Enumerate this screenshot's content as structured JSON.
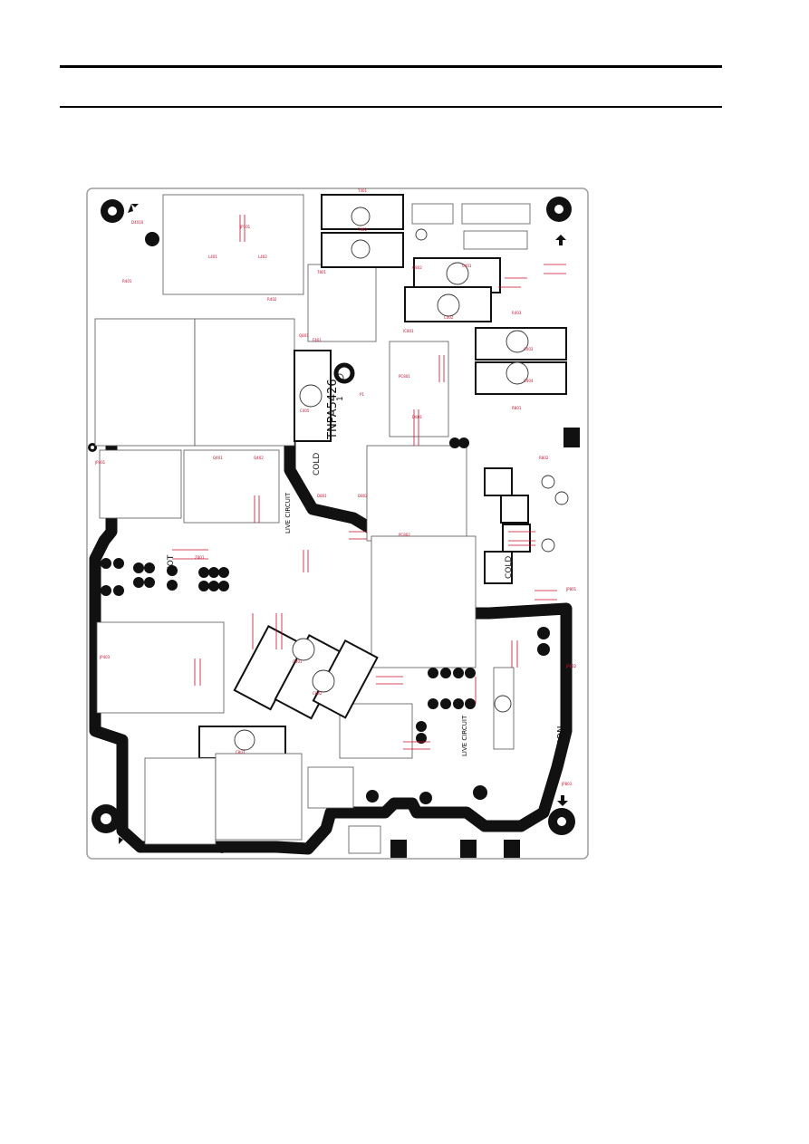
{
  "board": {
    "part_number": "TNPA5426",
    "version": "1",
    "zone_labels": [
      "HOT",
      "COLD",
      "COLD",
      "LIVE CIRCUIT",
      "LIVE CIRCUIT"
    ],
    "caution": "CAUTION",
    "ref_labels": [
      "D4010",
      "IC801",
      "Q801",
      "Q802",
      "D803",
      "T401",
      "T402",
      "T801",
      "C401",
      "C402",
      "C403",
      "C404",
      "C405",
      "C801",
      "C802",
      "C803",
      "F401",
      "L401",
      "L402",
      "PC801",
      "PC802",
      "R401",
      "R402",
      "R403",
      "R801",
      "R802",
      "JP101",
      "JP401",
      "JP403",
      "JP801",
      "JP802",
      "JP803",
      "P1",
      "D801",
      "D802",
      "Z401",
      "Q401",
      "Q402"
    ]
  },
  "colors": {
    "trace": "#111111",
    "silkscreen": "#c8102e",
    "outline": "#9e9e9e"
  },
  "icons": [
    "mounting-hole-icon",
    "arrow-icon",
    "capacitor-icon",
    "connector-icon"
  ]
}
